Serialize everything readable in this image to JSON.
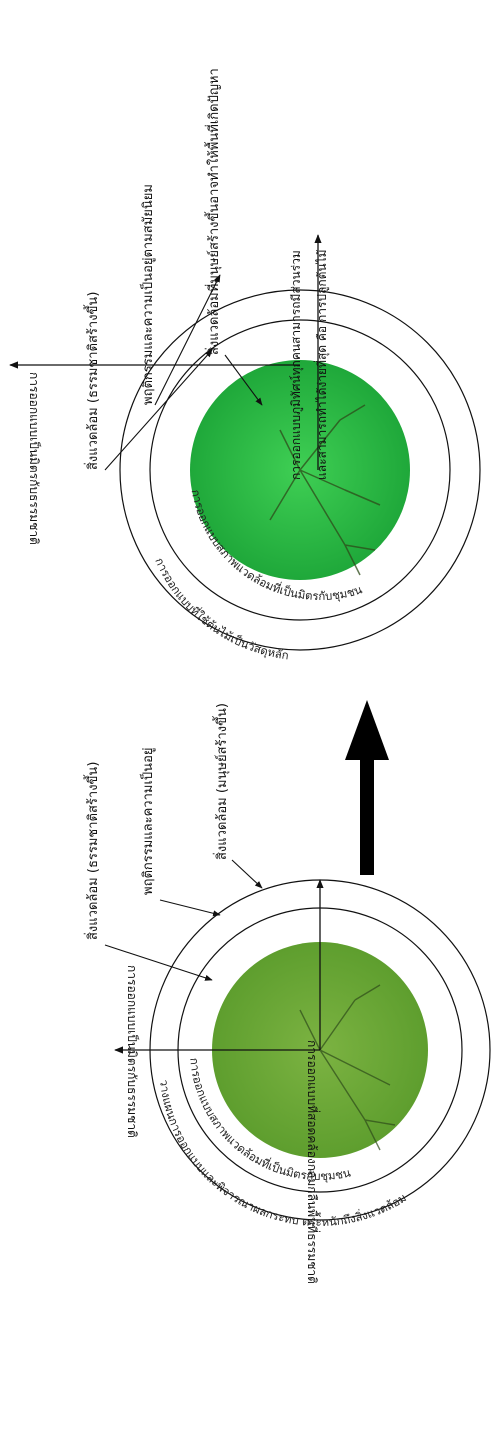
{
  "colors": {
    "left_disc_outer": "#5e9e2e",
    "left_disc_inner": "#7cb342",
    "right_disc_outer": "#1fa83a",
    "right_disc_inner": "#3fcf54",
    "line": "#111111",
    "arrow": "#000000",
    "branch": "#2e4a1a"
  },
  "icons": {
    "big_arrow": "bold-up-arrow-icon"
  },
  "left_diagram": {
    "label_natural": "สิ่งแวดล้อม (ธรรมชาติสร้างขึ้น)",
    "label_behavior": "พฤติกรรมและความเป็นอยู่",
    "label_human": "สิ่งแวดล้อม (มนุษย์สร้างขึ้น)",
    "axis_vertical_label": "การออกแบบที่สอดคล้องกลมกลืนพื้นที่ธรรมชาติ",
    "axis_horizontal_label": "การออกแบบเป็นมิตรกับธรรมชาติ",
    "ring_inner_label": "การออกแบบสภาพแวดล้อมที่เป็นมิตรกับชุมชน",
    "ring_outer_label": "วางแผนการออกแบบและพิจารณาผลกระทบ ตระหนักถึงสิ่งแวดล้อม"
  },
  "right_diagram": {
    "label_natural": "สิ่งแวดล้อม (ธรรมชาติสร้างขึ้น)",
    "label_behavior": "พฤติกรรมและความเป็นอยู่ตามสมัยนิยม",
    "label_human": "สิ่งแวดล้อมที่มนุษย์สร้างขึ้นอาจทำให้พื้นที่เกิดปัญหา",
    "axis_vertical_label_1": "การออกแบบภูมิทัศน์ทุกคนสามารถมีส่วนร่วม",
    "axis_vertical_label_2": "และสามารถทำได้ง่ายที่สุด คือ การปลูกต้นไม้",
    "axis_horizontal_label": "การออกแบบเป็นมิตรกับธรรมชาติ",
    "ring_inner_label": "การออกแบบสภาพแวดล้อมที่เป็นมิตรกับชุมชน",
    "ring_outer_label": "การออกแบบที่ใช้ต้นไม้เป็นวัสดุหลัก"
  }
}
